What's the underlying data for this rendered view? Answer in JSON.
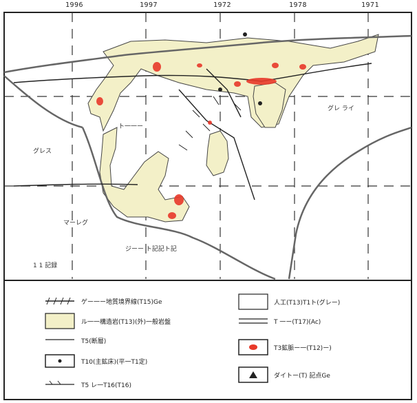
{
  "map": {
    "top_ticks": [
      "1996",
      "1997",
      "1972",
      "1978",
      "1971"
    ],
    "colors": {
      "background": "#ffffff",
      "formation": "#f3f0c8",
      "formation_stroke": "#444444",
      "deposit": "#e8392a",
      "road": "#666666",
      "line": "#222222"
    },
    "place_labels": [
      "グレス",
      "マーレグ",
      "ト一一ー",
      "グレ ライ",
      "ジーー ト記記ト記"
    ],
    "bottom_label": "1 1 記録"
  },
  "legend": {
    "items": [
      {
        "symbol": "hatched-line",
        "label": "ゲー一ー地質境界線(T15)Ge"
      },
      {
        "symbol": "formation-fill",
        "label": "ル一一構造岩(T13)(外)一般岩盤"
      },
      {
        "symbol": "line",
        "label": "T5(断層)"
      },
      {
        "symbol": "boxed-dot",
        "label": "T10(主鉱床)(平一T1定)"
      },
      {
        "symbol": "arrow-line",
        "label": "T5 レ一T16(T16)"
      },
      {
        "symbol": "empty-box",
        "label": "人工(T13)T1ト(グレー)"
      },
      {
        "symbol": "double-line",
        "label": "T  一ー(T17)(Ac)"
      },
      {
        "symbol": "red-dot-box",
        "label": "T3鉱脈ー一(T12)ー)"
      },
      {
        "symbol": "triangle-box",
        "label": "ダイトー(T) 記点Ge"
      }
    ]
  }
}
